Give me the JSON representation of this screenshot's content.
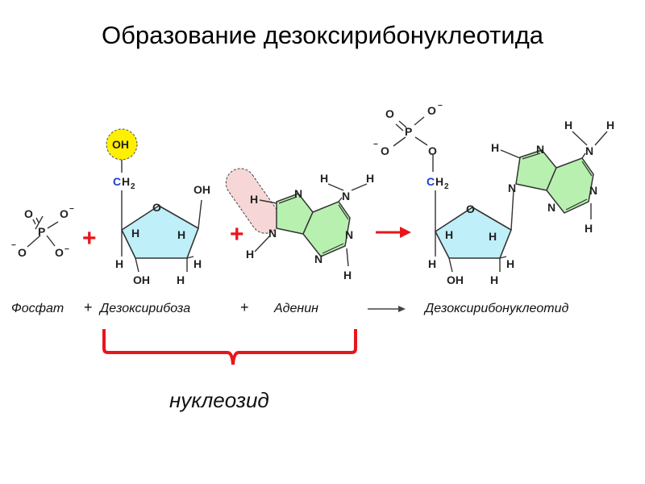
{
  "title": "Образование дезоксирибонуклеотида",
  "colors": {
    "sugar_fill": "#bfeff8",
    "base_fill": "#b8f0b0",
    "oh_highlight": "#ffef00",
    "water_highlight": "#f6d6d6",
    "carbon_label": "#1a3fc8",
    "accent_red": "#e8161b",
    "bond": "#333333"
  },
  "reaction_labels": {
    "phosphate": "Фосфат",
    "deoxyribose": "Дезоксирибоза",
    "adenine": "Аденин",
    "product": "Дезоксирибонуклеотид",
    "plus": "+",
    "nucleoside": "нуклеозид"
  },
  "atoms": {
    "O": "O",
    "O_minus": "O",
    "minus": "−",
    "P": "P",
    "H": "H",
    "N": "N",
    "OH": "OH",
    "C": "C",
    "H2": "H",
    "sub2": "2"
  }
}
